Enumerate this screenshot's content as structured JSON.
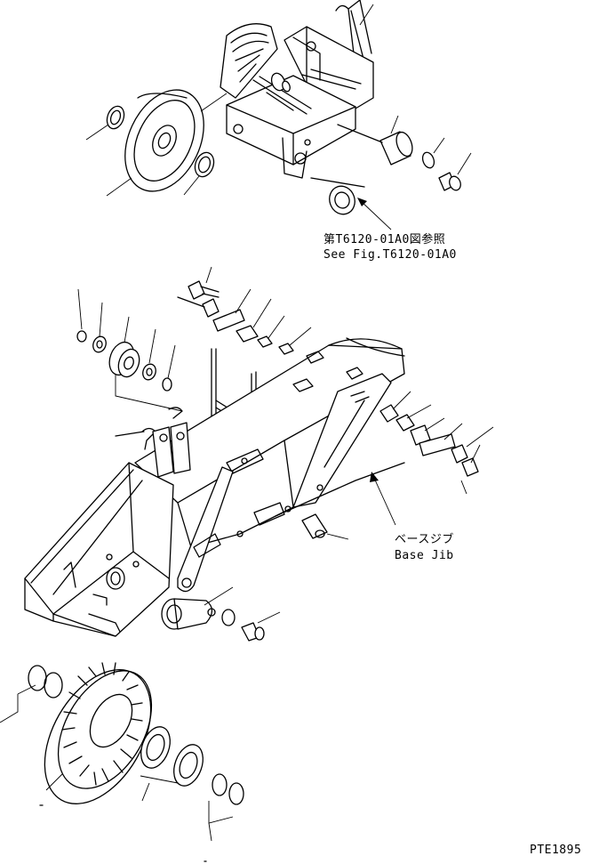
{
  "callouts": {
    "ref_jp": "第T6120-01A0図参照",
    "ref_en": "See Fig.T6120-01A0",
    "base_jib_jp": "ベースジブ",
    "base_jib_en": "Base Jib"
  },
  "figure_code": "PTE1895",
  "icons": [
    "arrow-icon"
  ]
}
